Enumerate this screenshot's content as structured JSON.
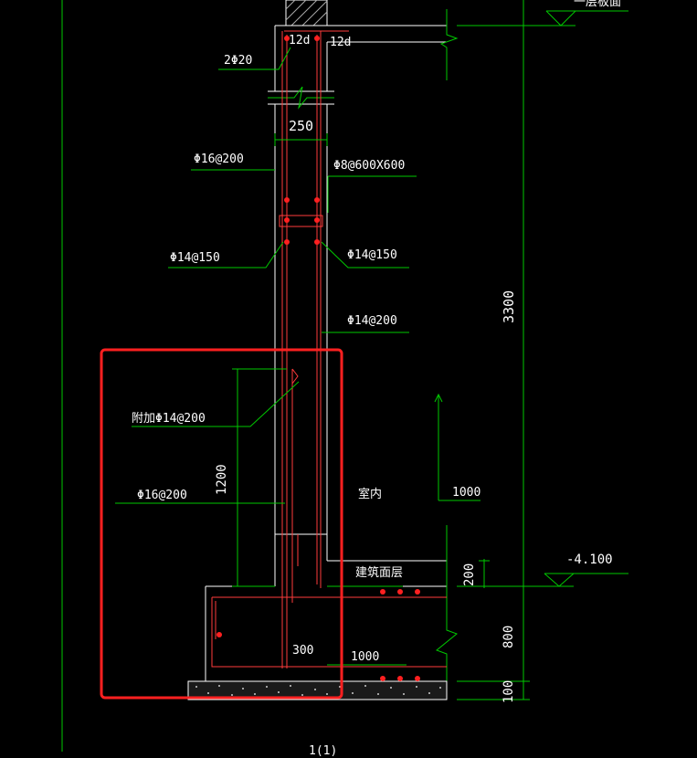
{
  "labels": {
    "top_12d_left": "12d",
    "top_12d_right": "12d",
    "bar_2phi20": "2Φ20",
    "dim_250": "250",
    "phi16_200_top": "Φ16@200",
    "phi8_600x600": "Φ8@600X600",
    "phi14_150_left": "Φ14@150",
    "phi14_150_right": "Φ14@150",
    "phi14_200": "Φ14@200",
    "add_phi14_200": "附加Φ14@200",
    "phi16_200_bottom": "Φ16@200",
    "dim_1200": "1200",
    "indoor": "室内",
    "dim_1000_right": "1000",
    "building_surface": "建筑面层",
    "dim_200": "200",
    "elev_4100": "-4.100",
    "dim_300": "300",
    "dim_1000_bottom": "1000",
    "dim_800": "800",
    "dim_100": "100",
    "dim_3300": "3300",
    "top_floor_label": "一层板面",
    "bottom_title": "1(1)"
  },
  "colors": {
    "background": "#000000",
    "outline": "#ffffff",
    "rebar": "#ff3b3b",
    "dimension": "#00c800",
    "highlight": "#ff2020",
    "text": "#ffffff"
  }
}
